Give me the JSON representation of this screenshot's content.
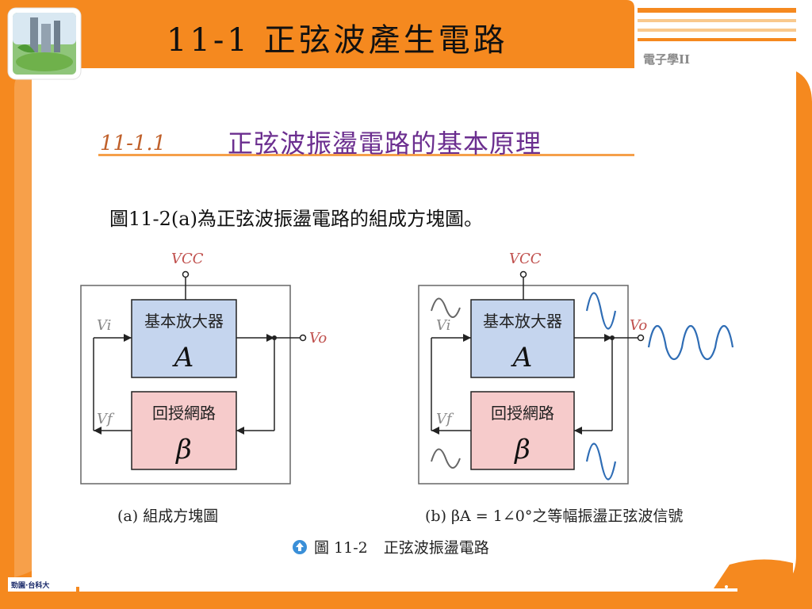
{
  "header": {
    "title": "11-1  正弦波產生電路",
    "brand": "電子學II",
    "colors": {
      "accent": "#F5891F",
      "stripe": "#F9C98E"
    }
  },
  "section": {
    "number": "11-1.1",
    "title": "正弦波振盪電路的基本原理"
  },
  "intro": "圖11-2(a)為正弦波振盪電路的組成方塊圖。",
  "diagram_a": {
    "vcc": "VCC",
    "amp_label": "基本放大器",
    "amp_symbol": "A",
    "fb_label": "回授網路",
    "fb_symbol": "β",
    "vi": "Vi",
    "vf": "Vf",
    "vo": "Vo",
    "caption": "(a) 組成方塊圖"
  },
  "diagram_b": {
    "vcc": "VCC",
    "amp_label": "基本放大器",
    "amp_symbol": "A",
    "fb_label": "回授網路",
    "fb_symbol": "β",
    "vi": "Vi",
    "vf": "Vf",
    "vo": "Vo",
    "caption": "(b) βA = 1∠0°之等幅振盪正弦波信號"
  },
  "figure": {
    "number": "圖 11-2",
    "title": "正弦波振盪電路",
    "icon": "arrow-up-circle-icon"
  },
  "footer": {
    "logo": "勁園·台科大"
  },
  "colors": {
    "amp_fill": "#C5D5EE",
    "fb_fill": "#F6CBCB",
    "label_red": "#C0504D",
    "wave_blue": "#2F6DB5",
    "section_purple": "#6B2E8F"
  }
}
